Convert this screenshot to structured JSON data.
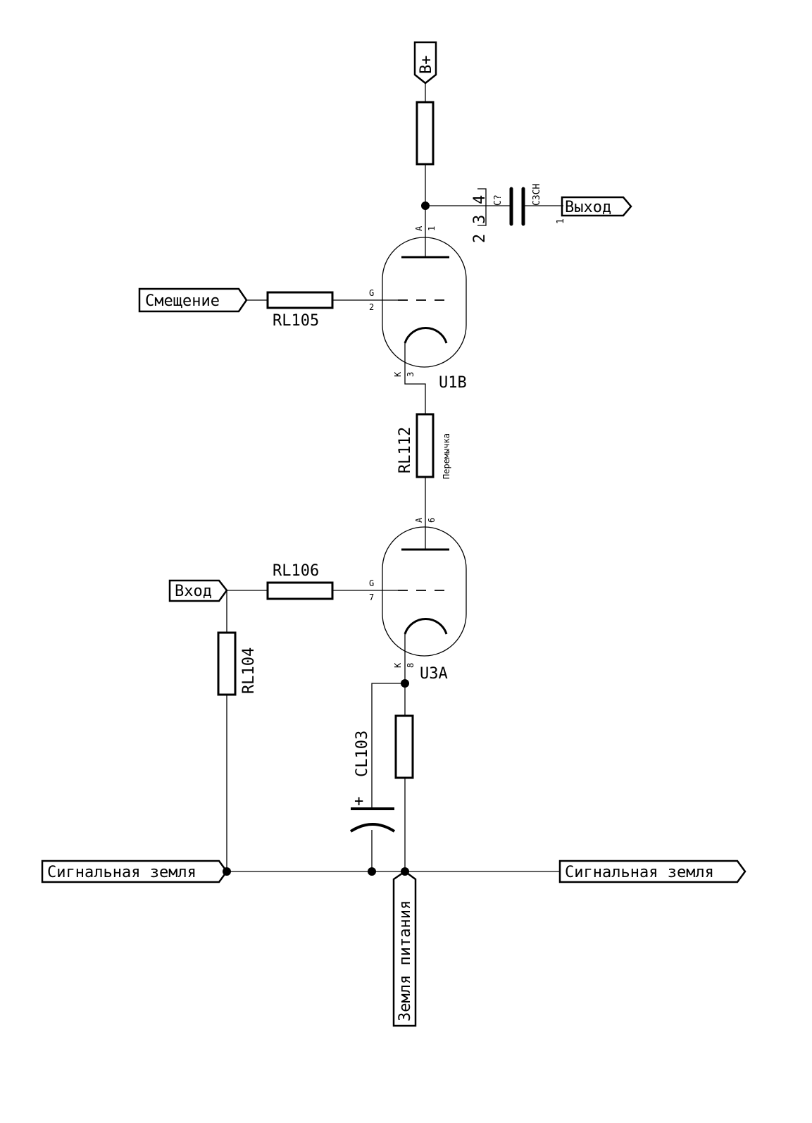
{
  "ports": {
    "bplus": "B+",
    "output": "Выход",
    "bias": "Смещение",
    "input": "Вход",
    "signal_ground_left": "Сигнальная земля",
    "signal_ground_right": "Сигнальная земля",
    "power_ground": "Земля питания"
  },
  "components": {
    "rl105": "RL105",
    "rl106": "RL106",
    "rl104": "RL104",
    "rl112": "RL112",
    "rl112_value": "Перемычка",
    "cl103": "CL103",
    "cl103_plus": "+",
    "cap_ref": "C?",
    "cap_value": "C3CH",
    "cap_pin1": "1",
    "cap_pins": [
      "2",
      "3",
      "4"
    ],
    "u1b": "U1B",
    "u3a": "U3A"
  },
  "pins": {
    "u1b": {
      "a": "A",
      "a_num": "1",
      "g": "G",
      "g_num": "2",
      "k": "K",
      "k_num": "3"
    },
    "u3a": {
      "a": "A",
      "a_num": "6",
      "g": "G",
      "g_num": "7",
      "k": "K",
      "k_num": "8"
    }
  }
}
